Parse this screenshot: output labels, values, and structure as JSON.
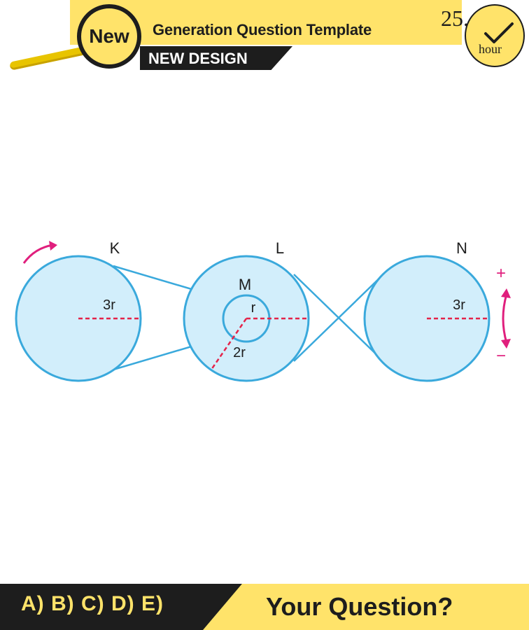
{
  "header": {
    "badge": "New",
    "title": "Generation Question Template",
    "subtitle": "NEW DESIGN",
    "clock_number": "25.",
    "clock_unit": "hour"
  },
  "diagram": {
    "labels": {
      "wheel_k": "K",
      "wheel_l": "L",
      "wheel_m": "M",
      "wheel_n": "N",
      "radius_k": "3r",
      "radius_m": "r",
      "radius_l": "2r",
      "radius_n": "3r",
      "plus": "+",
      "minus": "−"
    },
    "colors": {
      "wheel_fill": "#d2eefb",
      "wheel_stroke": "#3aa9dc",
      "radius_line": "#e4234a",
      "arrow": "#e01f7d"
    }
  },
  "footer": {
    "options": "A) B) C) D) E)",
    "question": "Your Question?"
  }
}
